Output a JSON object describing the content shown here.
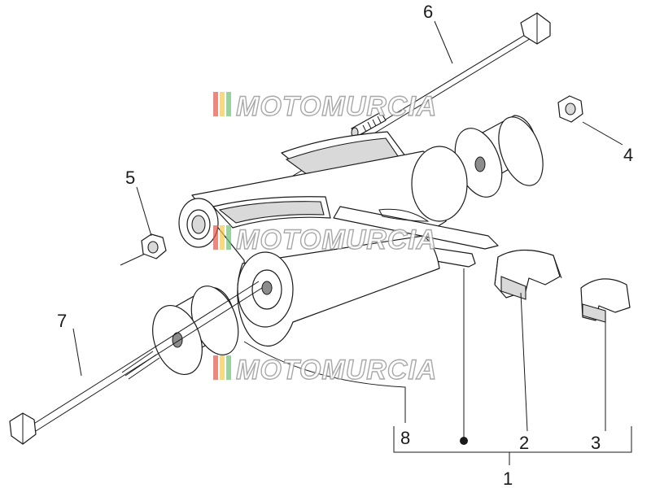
{
  "watermark": {
    "text": "MOTOMURCIA",
    "stripe_colors": [
      "#e2574c",
      "#f2c94c",
      "#6fbf73",
      "#9a9a9a"
    ]
  },
  "callouts": [
    {
      "id": "1",
      "label": "1"
    },
    {
      "id": "2",
      "label": "2"
    },
    {
      "id": "3",
      "label": "3"
    },
    {
      "id": "4",
      "label": "4"
    },
    {
      "id": "5",
      "label": "5"
    },
    {
      "id": "6",
      "label": "6"
    },
    {
      "id": "7",
      "label": "7"
    },
    {
      "id": "8",
      "label": "8"
    }
  ]
}
